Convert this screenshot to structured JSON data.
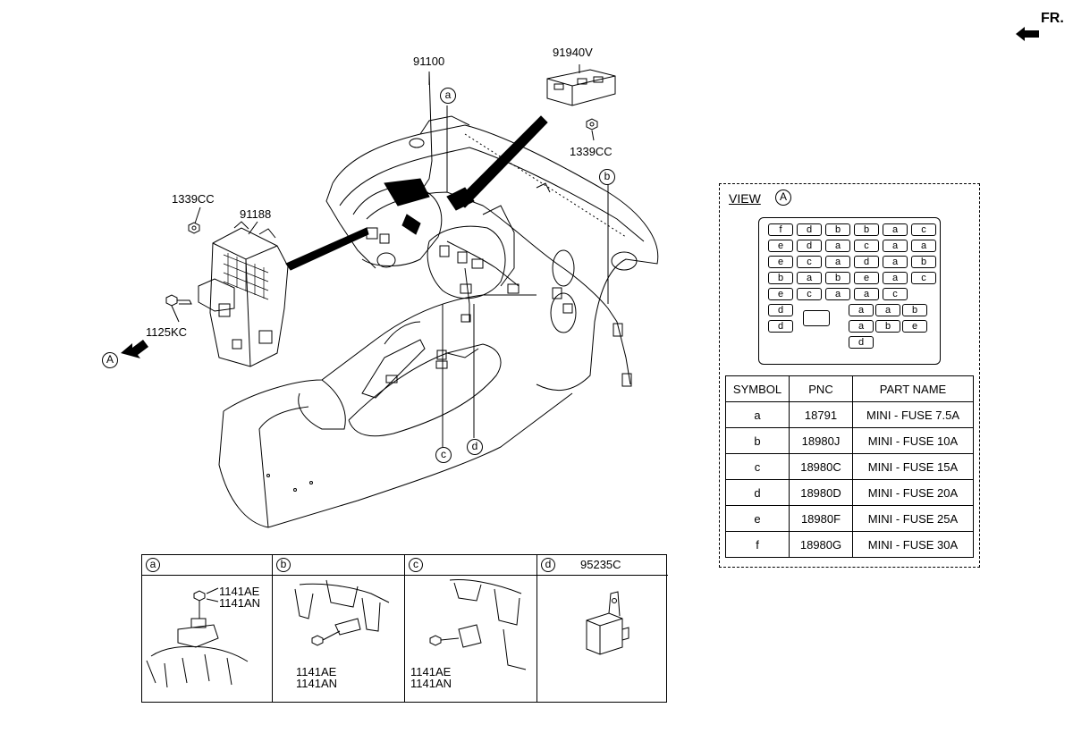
{
  "front_marker": "FR.",
  "callouts": {
    "harness_main": "91100",
    "fuse_panel": "91940V",
    "nut_right": "1339CC",
    "nut_left": "1339CC",
    "junction_box": "91188",
    "bolt": "1125KC",
    "view_a_marker": "A",
    "pointer_a": "a",
    "pointer_b": "b",
    "pointer_c": "c",
    "pointer_d": "d"
  },
  "view_a": {
    "title": "VIEW",
    "marker": "A",
    "fuse_rows": [
      [
        "f",
        "d",
        "b",
        "b",
        "a",
        "c"
      ],
      [
        "e",
        "d",
        "a",
        "c",
        "a",
        "a"
      ],
      [
        "e",
        "c",
        "a",
        "d",
        "a",
        "b"
      ],
      [
        "b",
        "a",
        "b",
        "e",
        "a",
        "c"
      ],
      [
        "e",
        "c",
        "a",
        "a",
        "c"
      ],
      [
        "d",
        "a",
        "a",
        "b"
      ],
      [
        "d",
        "a",
        "b",
        "e"
      ],
      [
        "d"
      ]
    ]
  },
  "fuse_table": {
    "headers": [
      "SYMBOL",
      "PNC",
      "PART NAME"
    ],
    "rows": [
      [
        "a",
        "18791",
        "MINI - FUSE 7.5A"
      ],
      [
        "b",
        "18980J",
        "MINI - FUSE 10A"
      ],
      [
        "c",
        "18980C",
        "MINI - FUSE 15A"
      ],
      [
        "d",
        "18980D",
        "MINI - FUSE 20A"
      ],
      [
        "e",
        "18980F",
        "MINI - FUSE 25A"
      ],
      [
        "f",
        "18980G",
        "MINI - FUSE 30A"
      ]
    ]
  },
  "detail_panels": [
    {
      "marker": "a",
      "title": "",
      "labels": [
        "1141AE",
        "1141AN"
      ]
    },
    {
      "marker": "b",
      "title": "",
      "labels": [
        "1141AE",
        "1141AN"
      ]
    },
    {
      "marker": "c",
      "title": "",
      "labels": [
        "1141AE",
        "1141AN"
      ]
    },
    {
      "marker": "d",
      "title": "95235C",
      "labels": []
    }
  ]
}
